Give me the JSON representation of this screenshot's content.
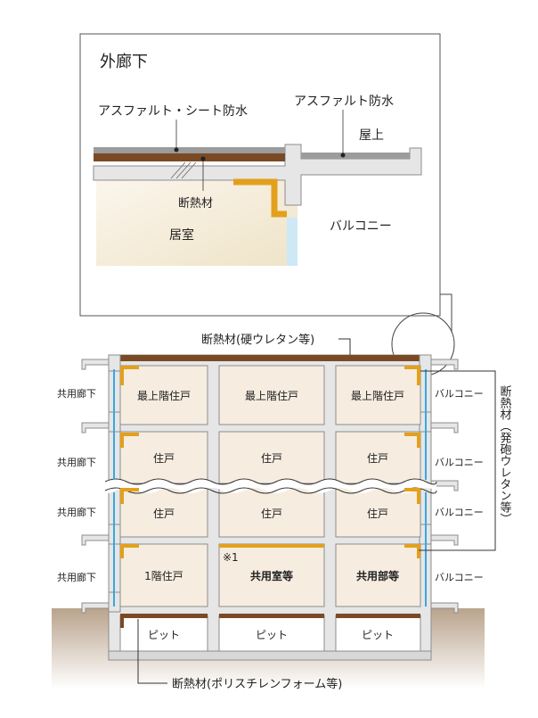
{
  "detail": {
    "title": "外廊下",
    "label_sheet_waterproof": "アスファルト・シート防水",
    "label_asphalt_waterproof": "アスファルト防水",
    "label_roof": "屋上",
    "label_insulation": "断熱材",
    "label_room": "居室",
    "label_balcony": "バルコニー"
  },
  "section": {
    "roof_insulation": "断熱材(硬ウレタン等)",
    "side_insulation": "断熱材（発砲ウレタン等）",
    "bottom_insulation": "断熱材(ポリスチレンフォーム等)",
    "corridor": "共用廊下",
    "balcony": "バルコニー",
    "note_mark": "※1",
    "rooms": {
      "top_left": "最上階住戸",
      "top_mid": "最上階住戸",
      "top_right": "最上階住戸",
      "r2_left": "住戸",
      "r2_mid": "住戸",
      "r2_right": "住戸",
      "r3_left": "住戸",
      "r3_mid": "住戸",
      "r3_right": "住戸",
      "g_left": "1階住戸",
      "g_mid": "共用室等",
      "g_right": "共用部等",
      "pit_left": "ピット",
      "pit_mid": "ピット",
      "pit_right": "ピット"
    }
  },
  "colors": {
    "concrete": "#e6e6e6",
    "concrete_stroke": "#8c8c8c",
    "insulation_brown": "#7a4a25",
    "insulation_orange": "#e3a01c",
    "room_fill": "#f6ece0",
    "ground": "#cdbba8",
    "glass": "#39a8dc"
  }
}
